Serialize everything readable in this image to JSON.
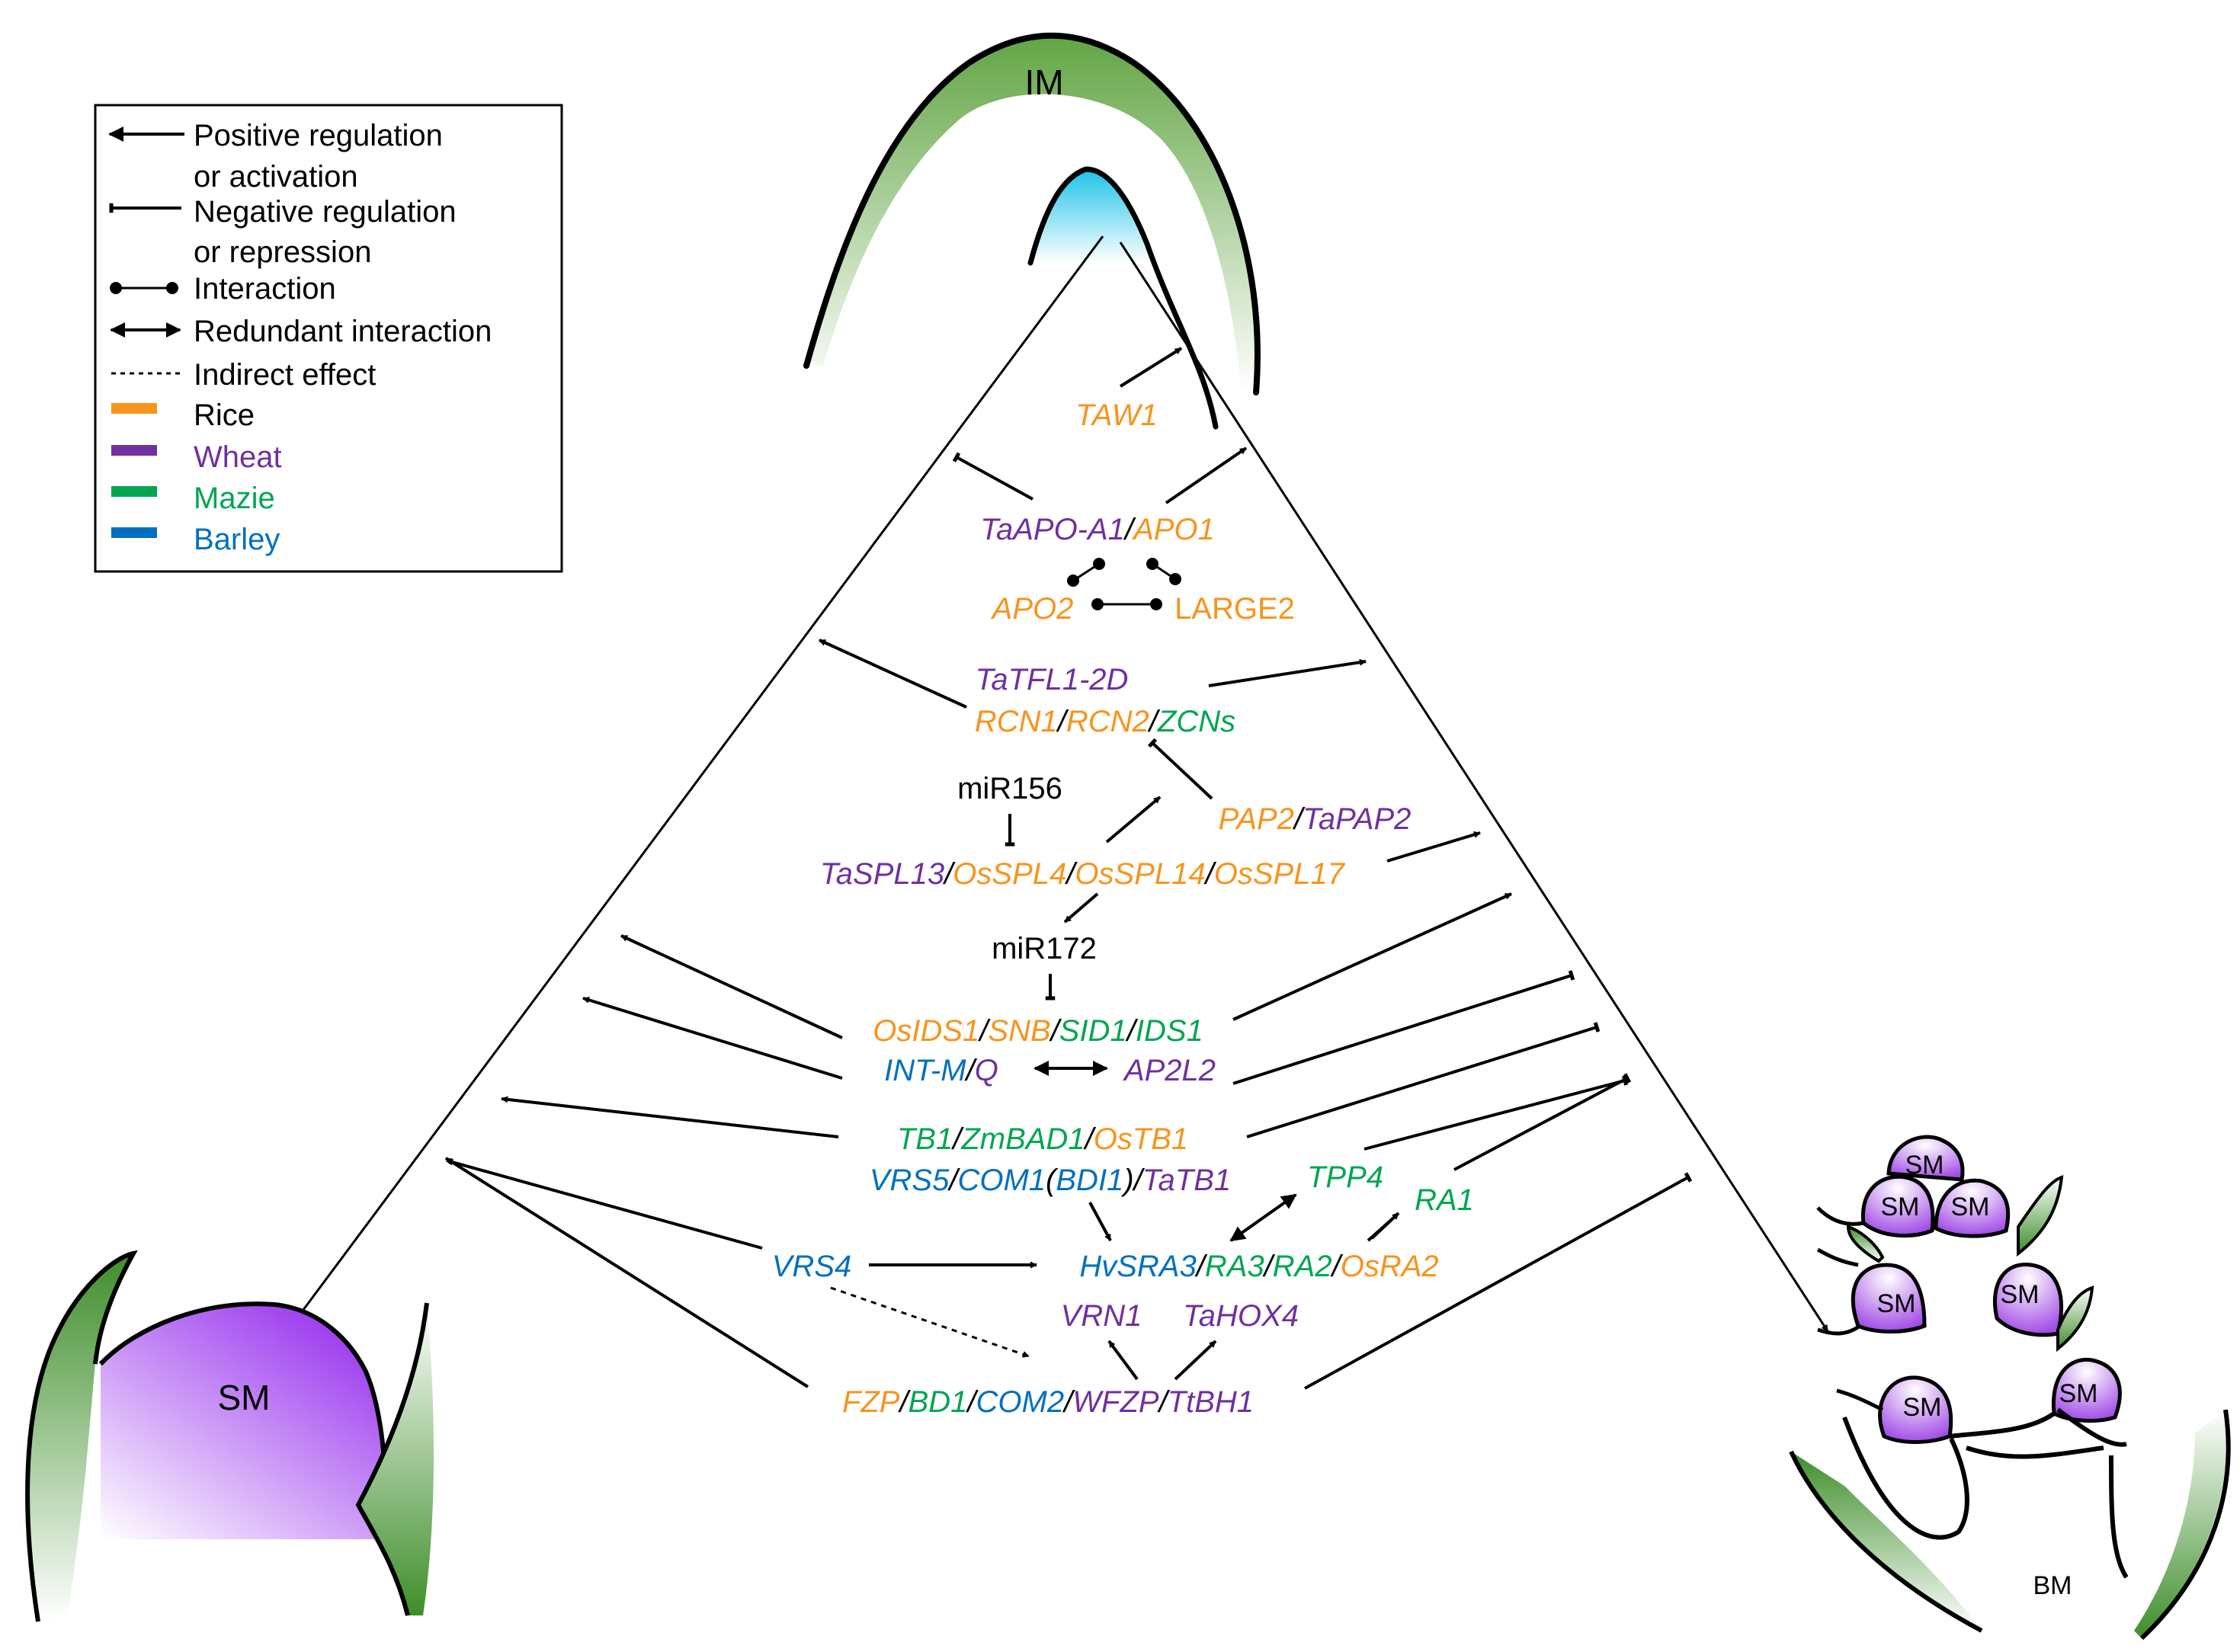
{
  "colors": {
    "rice": "#F7941D",
    "wheat": "#7030A0",
    "maize": "#00A651",
    "barley": "#0070C0",
    "black": "#000000"
  },
  "legend": {
    "positive": "Positive regulation",
    "positive2": "or activation",
    "negative": "Negative regulation",
    "negative2": "or repression",
    "interaction": "Interaction",
    "redundant": "Redundant interaction",
    "indirect": "Indirect effect",
    "rice": "Rice",
    "wheat": "Wheat",
    "maize": "Mazie",
    "barley": "Barley"
  },
  "meristems": {
    "im": "IM",
    "sm": "SM",
    "bm": "BM",
    "spikelet": "SM"
  },
  "genes": {
    "taw1": "TAW1",
    "taapo": "TaAPO-A1",
    "apo1": "APO1",
    "apo2": "APO2",
    "large2": "LARGE2",
    "tatfl": "TaTFL1-2D",
    "rcn1": "RCN1",
    "rcn2": "RCN2",
    "zcns": "ZCNs",
    "mir156": "miR156",
    "pap2": "PAP2",
    "tapap2": "TaPAP2",
    "taspl13": "TaSPL13",
    "osspl4": "OsSPL4",
    "osspl14": "OsSPL14",
    "osspl17": "OsSPL17",
    "mir172": "miR172",
    "osids1": "OsIDS1",
    "snb": "SNB",
    "sid1": "SID1",
    "ids1": "IDS1",
    "intm": "INT-M",
    "q": "Q",
    "ap2l2": "AP2L2",
    "tb1": "TB1",
    "zmbad1": "ZmBAD1",
    "ostb1": "OsTB1",
    "vrs5": "VRS5",
    "com1": "COM1",
    "bdi1": "BDI1",
    "tatb1": "TaTB1",
    "tpp4": "TPP4",
    "ra1": "RA1",
    "vrs4": "VRS4",
    "hvsra3": "HvSRA3",
    "ra3": "RA3",
    "ra2": "RA2",
    "osra2": "OsRA2",
    "vrn1": "VRN1",
    "tahox4": "TaHOX4",
    "fzp": "FZP",
    "bd1": "BD1",
    "com2": "COM2",
    "wfzp": "WFZP",
    "ttbh1": "TtBH1"
  },
  "separators": {
    "slash": "/",
    "open": "(",
    "close": ")"
  }
}
